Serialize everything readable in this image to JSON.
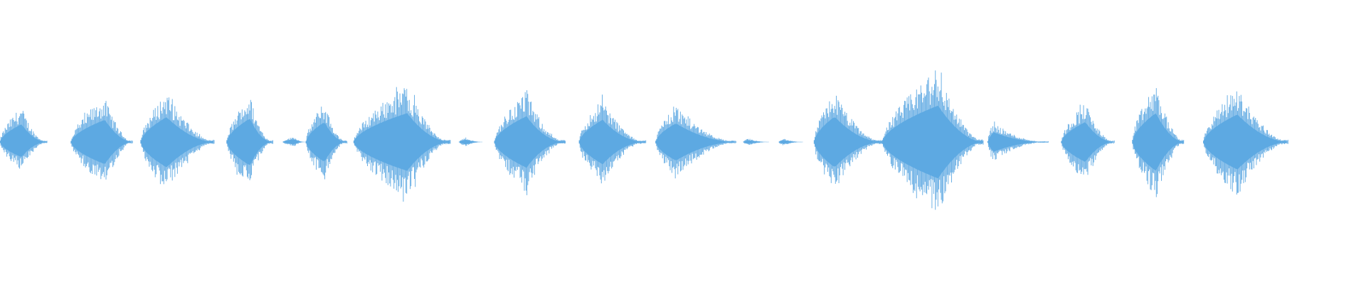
{
  "waveform": {
    "color": "#5DA9E2",
    "background": "#ffffff",
    "segments": [
      {
        "start": 0.0,
        "end": 0.035,
        "amp_top": 0.4,
        "amp_bottom": 0.34,
        "peak": 0.45,
        "tail": 0.3
      },
      {
        "start": 0.052,
        "end": 0.097,
        "amp_top": 0.5,
        "amp_bottom": 0.5,
        "peak": 0.55,
        "tail": 0.55
      },
      {
        "start": 0.103,
        "end": 0.157,
        "amp_top": 0.56,
        "amp_bottom": 0.57,
        "peak": 0.35,
        "tail": 0.55
      },
      {
        "start": 0.166,
        "end": 0.2,
        "amp_top": 0.53,
        "amp_bottom": 0.53,
        "peak": 0.5,
        "tail": 0.25
      },
      {
        "start": 0.207,
        "end": 0.224,
        "amp_top": 0.06,
        "amp_bottom": 0.05,
        "peak": 0.5,
        "tail": 0.1
      },
      {
        "start": 0.224,
        "end": 0.254,
        "amp_top": 0.45,
        "amp_bottom": 0.45,
        "peak": 0.45,
        "tail": 0.3
      },
      {
        "start": 0.259,
        "end": 0.33,
        "amp_top": 0.65,
        "amp_bottom": 0.65,
        "peak": 0.55,
        "tail": 0.45
      },
      {
        "start": 0.336,
        "end": 0.353,
        "amp_top": 0.05,
        "amp_bottom": 0.05,
        "peak": 0.3,
        "tail": 0.3
      },
      {
        "start": 0.362,
        "end": 0.414,
        "amp_top": 0.58,
        "amp_bottom": 0.58,
        "peak": 0.45,
        "tail": 0.35
      },
      {
        "start": 0.424,
        "end": 0.473,
        "amp_top": 0.5,
        "amp_bottom": 0.5,
        "peak": 0.35,
        "tail": 0.3
      },
      {
        "start": 0.48,
        "end": 0.539,
        "amp_top": 0.42,
        "amp_bottom": 0.42,
        "peak": 0.25,
        "tail": 0.45
      },
      {
        "start": 0.544,
        "end": 0.563,
        "amp_top": 0.04,
        "amp_bottom": 0.04,
        "peak": 0.2,
        "tail": 0.2
      },
      {
        "start": 0.57,
        "end": 0.588,
        "amp_top": 0.04,
        "amp_bottom": 0.04,
        "peak": 0.2,
        "tail": 0.2
      },
      {
        "start": 0.596,
        "end": 0.646,
        "amp_top": 0.57,
        "amp_bottom": 0.57,
        "peak": 0.3,
        "tail": 0.45
      },
      {
        "start": 0.646,
        "end": 0.72,
        "amp_top": 0.82,
        "amp_bottom": 0.82,
        "peak": 0.55,
        "tail": 0.55
      },
      {
        "start": 0.723,
        "end": 0.768,
        "amp_top": 0.22,
        "amp_bottom": 0.22,
        "peak": 0.1,
        "tail": 0.1
      },
      {
        "start": 0.777,
        "end": 0.816,
        "amp_top": 0.45,
        "amp_bottom": 0.45,
        "peak": 0.45,
        "tail": 0.35
      },
      {
        "start": 0.829,
        "end": 0.867,
        "amp_top": 0.65,
        "amp_bottom": 0.65,
        "peak": 0.45,
        "tail": 0.5
      },
      {
        "start": 0.881,
        "end": 0.943,
        "amp_top": 0.62,
        "amp_bottom": 0.62,
        "peak": 0.4,
        "tail": 0.55
      }
    ]
  }
}
